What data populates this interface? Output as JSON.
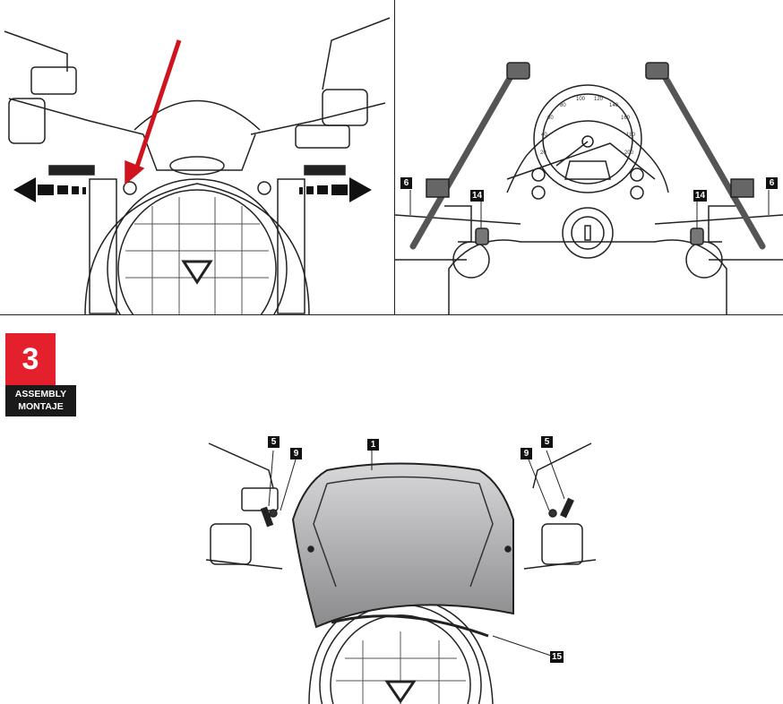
{
  "step": {
    "number": "3",
    "label_en": "ASSEMBLY",
    "label_es": "MONTAJE"
  },
  "colors": {
    "accent": "#e4202c",
    "label_bg": "#1a1a1a",
    "arrow": "#d0141e",
    "screen_top": "#d8d8da",
    "screen_bottom": "#8a8a8c"
  },
  "top_right": {
    "callouts": [
      "6",
      "14",
      "14",
      "6"
    ],
    "speedometer_ticks": [
      "20",
      "40",
      "60",
      "80",
      "100",
      "120",
      "140",
      "160",
      "180",
      "200"
    ]
  },
  "bottom": {
    "callouts": {
      "left_bolt": "5",
      "left_washer": "9",
      "screen": "1",
      "right_washer": "9",
      "right_bolt": "5",
      "seal": "15"
    }
  }
}
